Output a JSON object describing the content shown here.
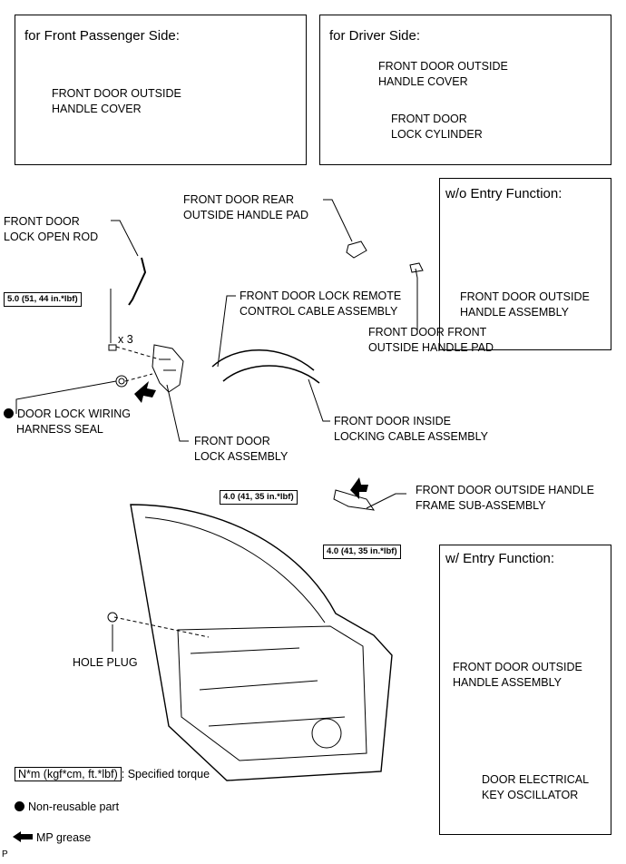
{
  "boxes": {
    "passenger": {
      "title": "for Front Passenger Side:",
      "cover": [
        "FRONT DOOR OUTSIDE",
        "HANDLE COVER"
      ]
    },
    "driver": {
      "title": "for Driver Side:",
      "cover": [
        "FRONT DOOR OUTSIDE",
        "HANDLE COVER"
      ],
      "cylinder": [
        "FRONT DOOR",
        "LOCK CYLINDER"
      ]
    },
    "wo_entry": {
      "title": "w/o Entry Function:",
      "handle": [
        "FRONT DOOR OUTSIDE",
        "HANDLE ASSEMBLY"
      ]
    },
    "w_entry": {
      "title": "w/ Entry Function:",
      "handle": [
        "FRONT DOOR OUTSIDE",
        "HANDLE ASSEMBLY"
      ],
      "oscillator": [
        "DOOR ELECTRICAL",
        "KEY OSCILLATOR"
      ]
    }
  },
  "labels": {
    "open_rod": [
      "FRONT DOOR",
      "LOCK OPEN ROD"
    ],
    "rear_pad": [
      "FRONT DOOR REAR",
      "OUTSIDE HANDLE PAD"
    ],
    "remote_cable": [
      "FRONT DOOR LOCK REMOTE",
      "CONTROL CABLE ASSEMBLY"
    ],
    "front_pad": [
      "FRONT DOOR FRONT",
      "OUTSIDE HANDLE PAD"
    ],
    "inside_cable": [
      "FRONT DOOR INSIDE",
      "LOCKING CABLE ASSEMBLY"
    ],
    "harness_seal": [
      "DOOR LOCK WIRING",
      "HARNESS SEAL"
    ],
    "lock_assembly": [
      "FRONT DOOR",
      "LOCK ASSEMBLY"
    ],
    "frame": [
      "FRONT DOOR OUTSIDE HANDLE",
      "FRAME SUB-ASSEMBLY"
    ],
    "hole_plug": "HOLE PLUG",
    "qty": "x 3"
  },
  "torques": {
    "lock": "5.0 (51, 44 in.*lbf)",
    "frame_top": "4.0 (41, 35 in.*lbf)",
    "frame_bottom": "4.0 (41, 35 in.*lbf)"
  },
  "legend": {
    "torque_unit": "N*m (kgf*cm, ft.*lbf)",
    "torque_desc": ": Specified torque",
    "nonreusable": "Non-reusable part",
    "grease": "MP grease"
  },
  "corner_code": "P"
}
